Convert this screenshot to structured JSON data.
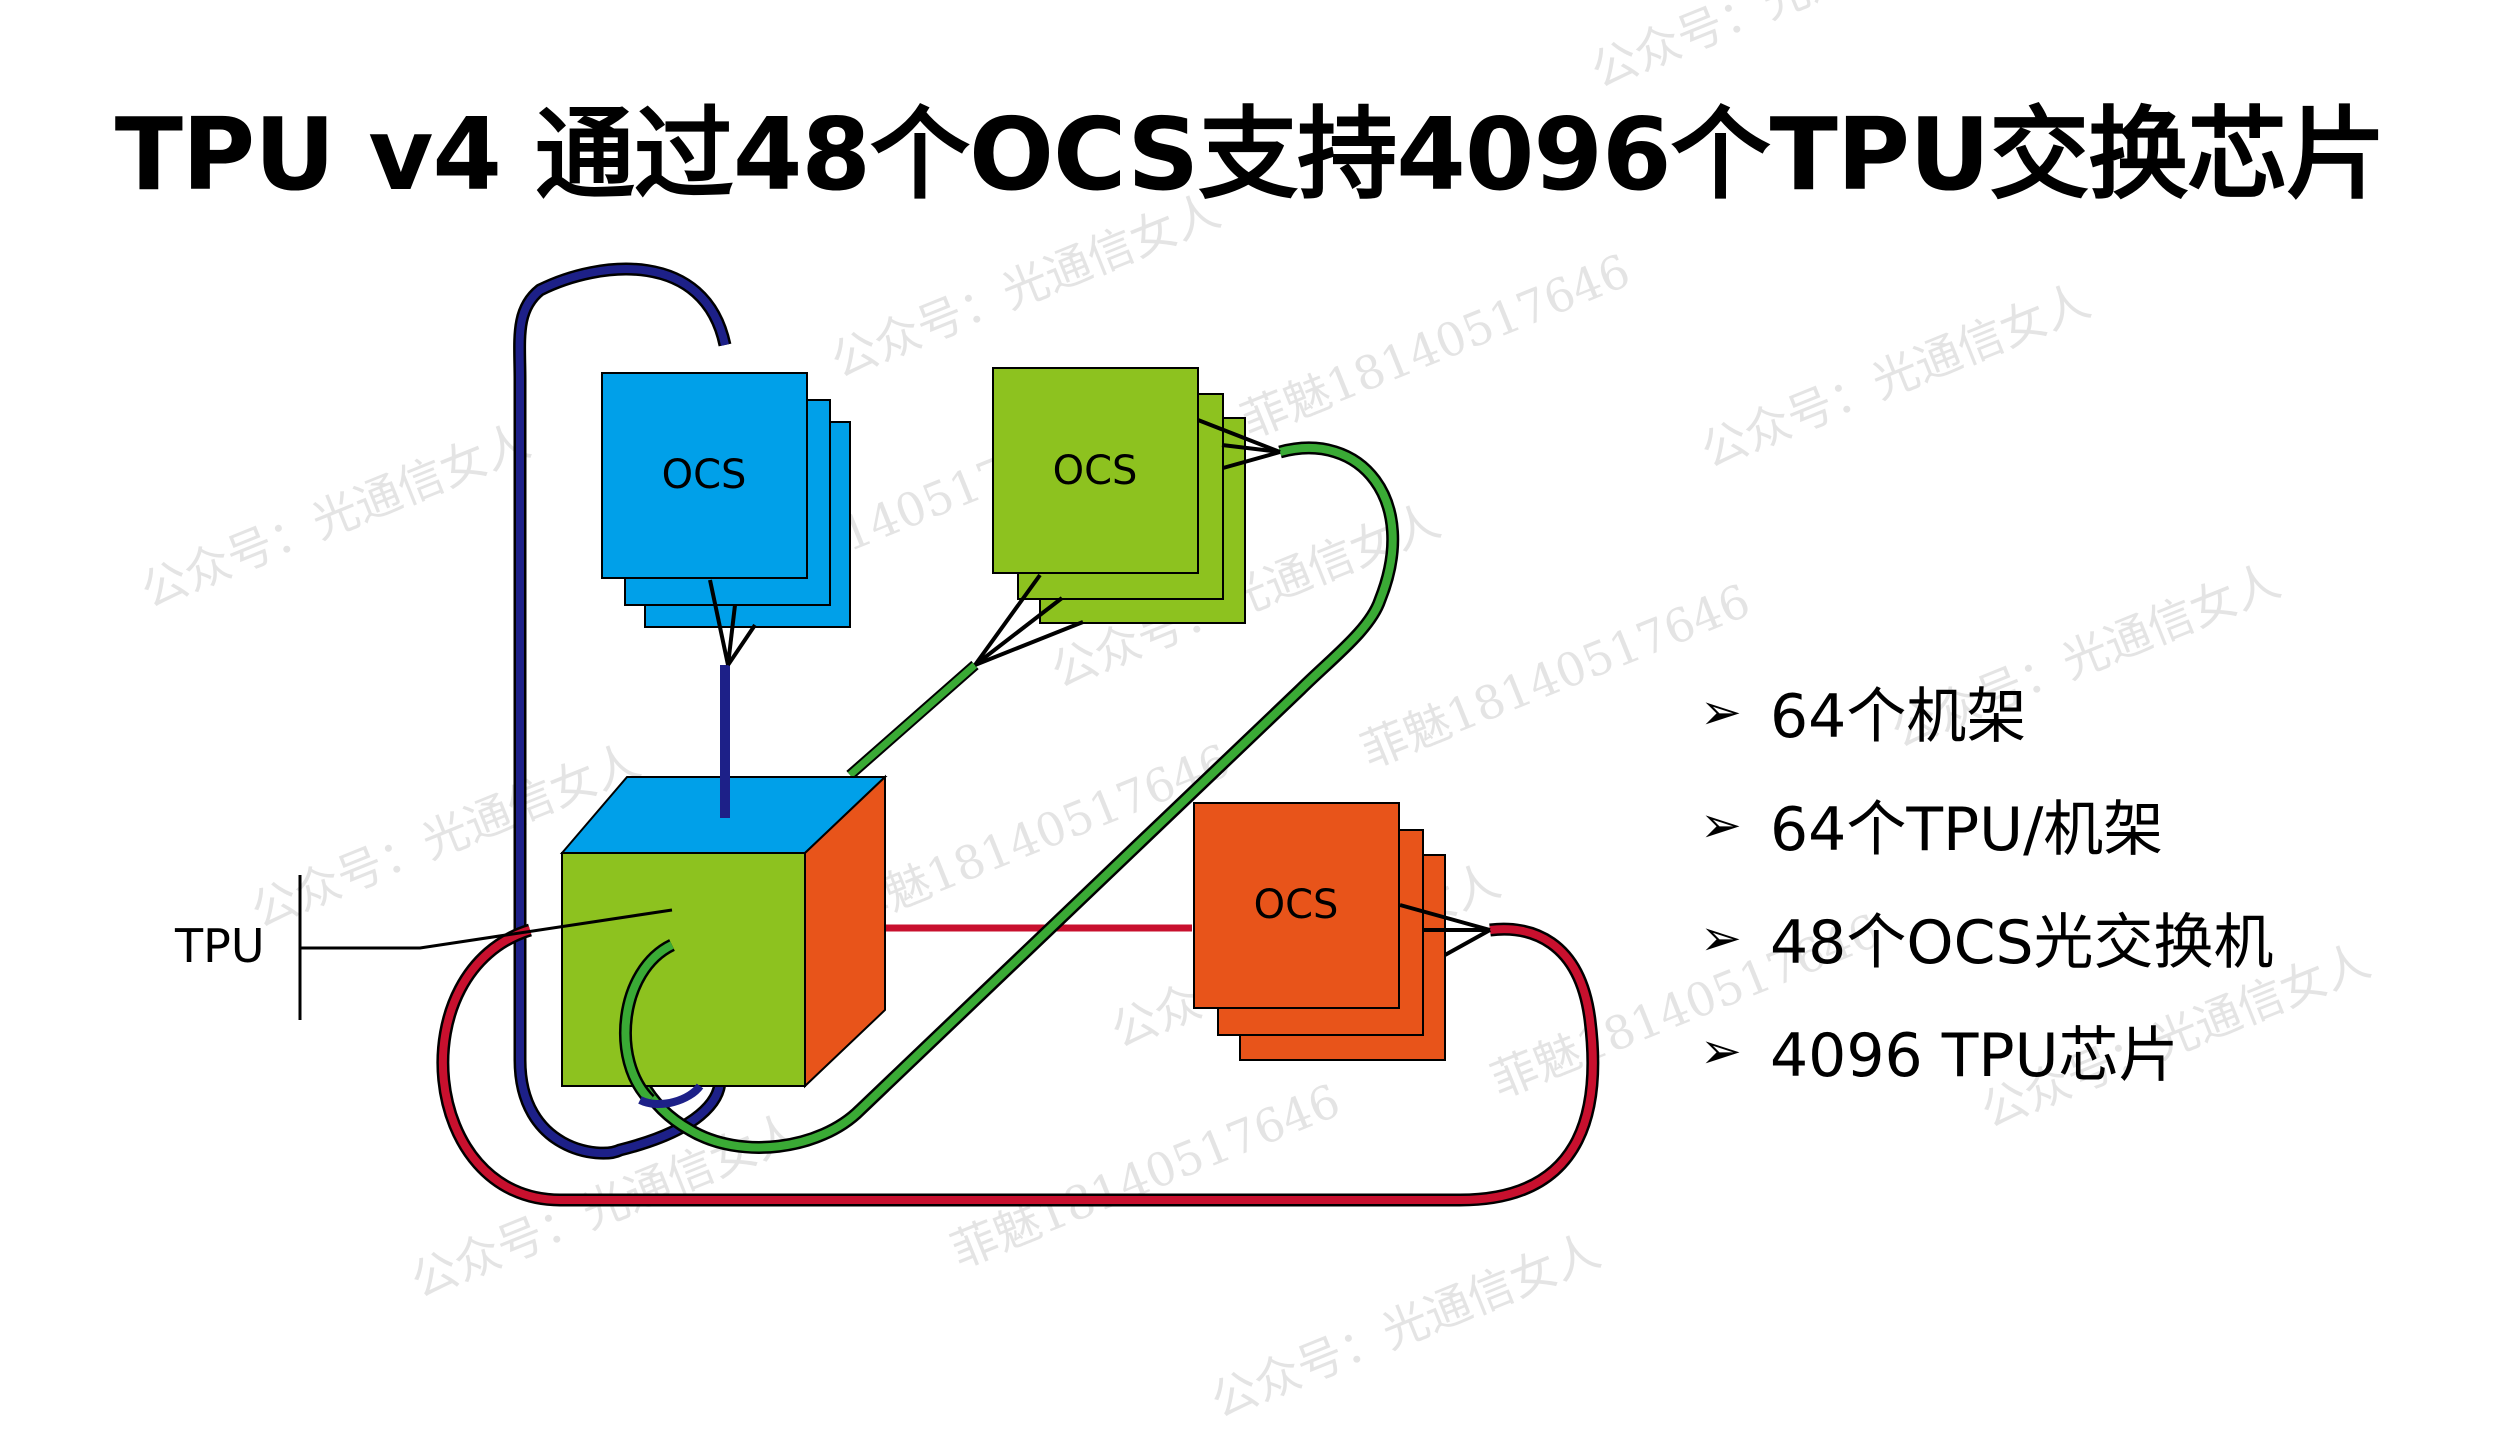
{
  "title": "TPU v4 通过48个OCS支持4096个TPU交换芯片",
  "diagram": {
    "ocs_label": "OCS",
    "tpu_label": "TPU",
    "colors": {
      "blue": "#00a0e9",
      "green": "#8dc21f",
      "orange": "#e8541a",
      "link_blue": "#1d2088",
      "link_green": "#3aaa35",
      "link_red": "#c8102e"
    }
  },
  "bullets": [
    "64个机架",
    "64个TPU/机架",
    "48个OCS光交换机",
    "4096 TPU芯片"
  ],
  "watermarks": {
    "account": "公众号：光通信女人",
    "contact": "菲魅18140517646"
  }
}
